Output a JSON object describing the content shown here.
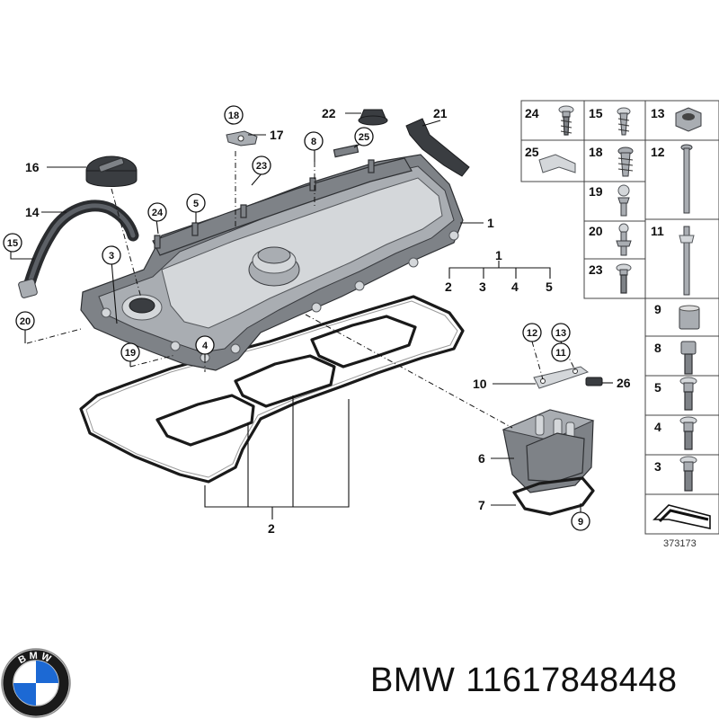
{
  "diagram": {
    "reference_number": "373173",
    "callouts": {
      "n1": "1",
      "n2": "2",
      "n3": "3",
      "n4": "4",
      "n5": "5",
      "n6": "6",
      "n7": "7",
      "n8": "8",
      "n9": "9",
      "n10": "10",
      "n11": "11",
      "n12": "12",
      "n13": "13",
      "n14": "14",
      "n15": "15",
      "n16": "16",
      "n17": "17",
      "n18": "18",
      "n19": "19",
      "n20": "20",
      "n21": "21",
      "n22": "22",
      "n23": "23",
      "n24": "24",
      "n25": "25",
      "n26": "26"
    }
  },
  "brand": {
    "name": "BMW",
    "part_number": "11617848448",
    "logo_text": "BMW"
  }
}
